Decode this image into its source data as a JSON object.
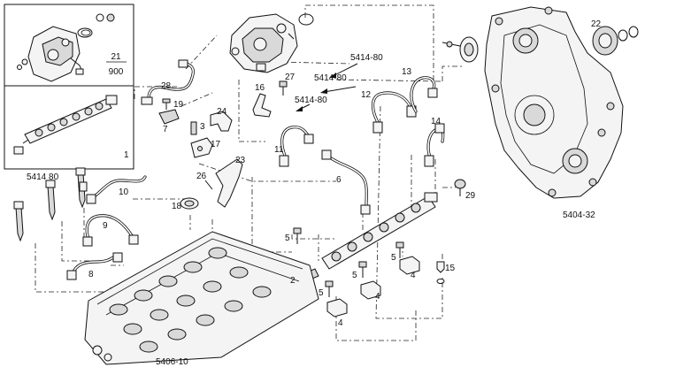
{
  "callouts": {
    "c1": "1",
    "c2": "2",
    "c3": "3",
    "c4a": "4",
    "c4b": "4",
    "c4c": "4",
    "c5a": "5",
    "c5b": "5",
    "c5c": "5",
    "c5d": "5",
    "c6": "6",
    "c7": "7",
    "c8": "8",
    "c9": "9",
    "c10": "10",
    "c11": "11",
    "c12": "12",
    "c13": "13",
    "c14": "14",
    "c15": "15",
    "c16": "16",
    "c17": "17",
    "c18": "18",
    "c19": "19",
    "c22": "22",
    "c23": "23",
    "c24": "24",
    "c26": "26",
    "c27": "27",
    "c28": "28",
    "c29": "29"
  },
  "inset": {
    "ref_num": "21",
    "ref_den": "900",
    "item": "1"
  },
  "refs": {
    "r_5414_80_top": "5414-80",
    "r_5414_80_mid": "5414-80",
    "r_5414_80_low": "5414-80",
    "r_5414_80_left": "5414 80",
    "r_5404_32": "5404-32",
    "r_5406_10": "5406-10"
  }
}
